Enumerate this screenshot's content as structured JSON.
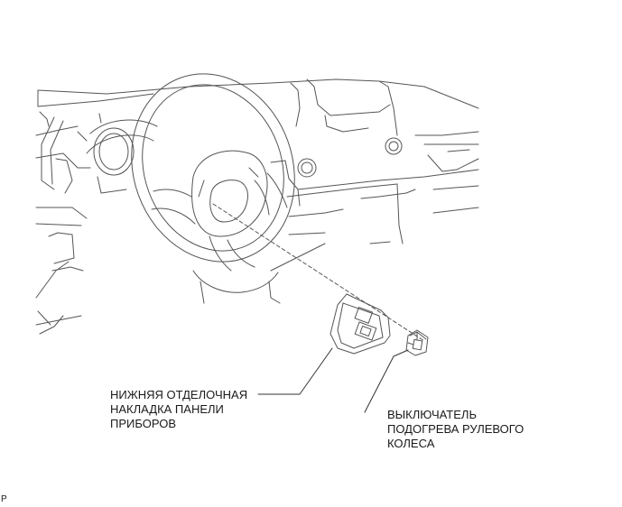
{
  "labels": {
    "trim_panel": {
      "line1": "НИЖНЯЯ ОТДЕЛОЧНАЯ",
      "line2": "НАКЛАДКА ПАНЕЛИ",
      "line3": "ПРИБОРОВ"
    },
    "heater_switch": {
      "line1": "ВЫКЛЮЧАТЕЛЬ",
      "line2": "ПОДОГРЕВА РУЛЕВОГО",
      "line3": "КОЛЕСА"
    }
  },
  "corner_mark": "P",
  "colors": {
    "line": "#555555",
    "text": "#1a1a1a",
    "background": "#ffffff"
  }
}
